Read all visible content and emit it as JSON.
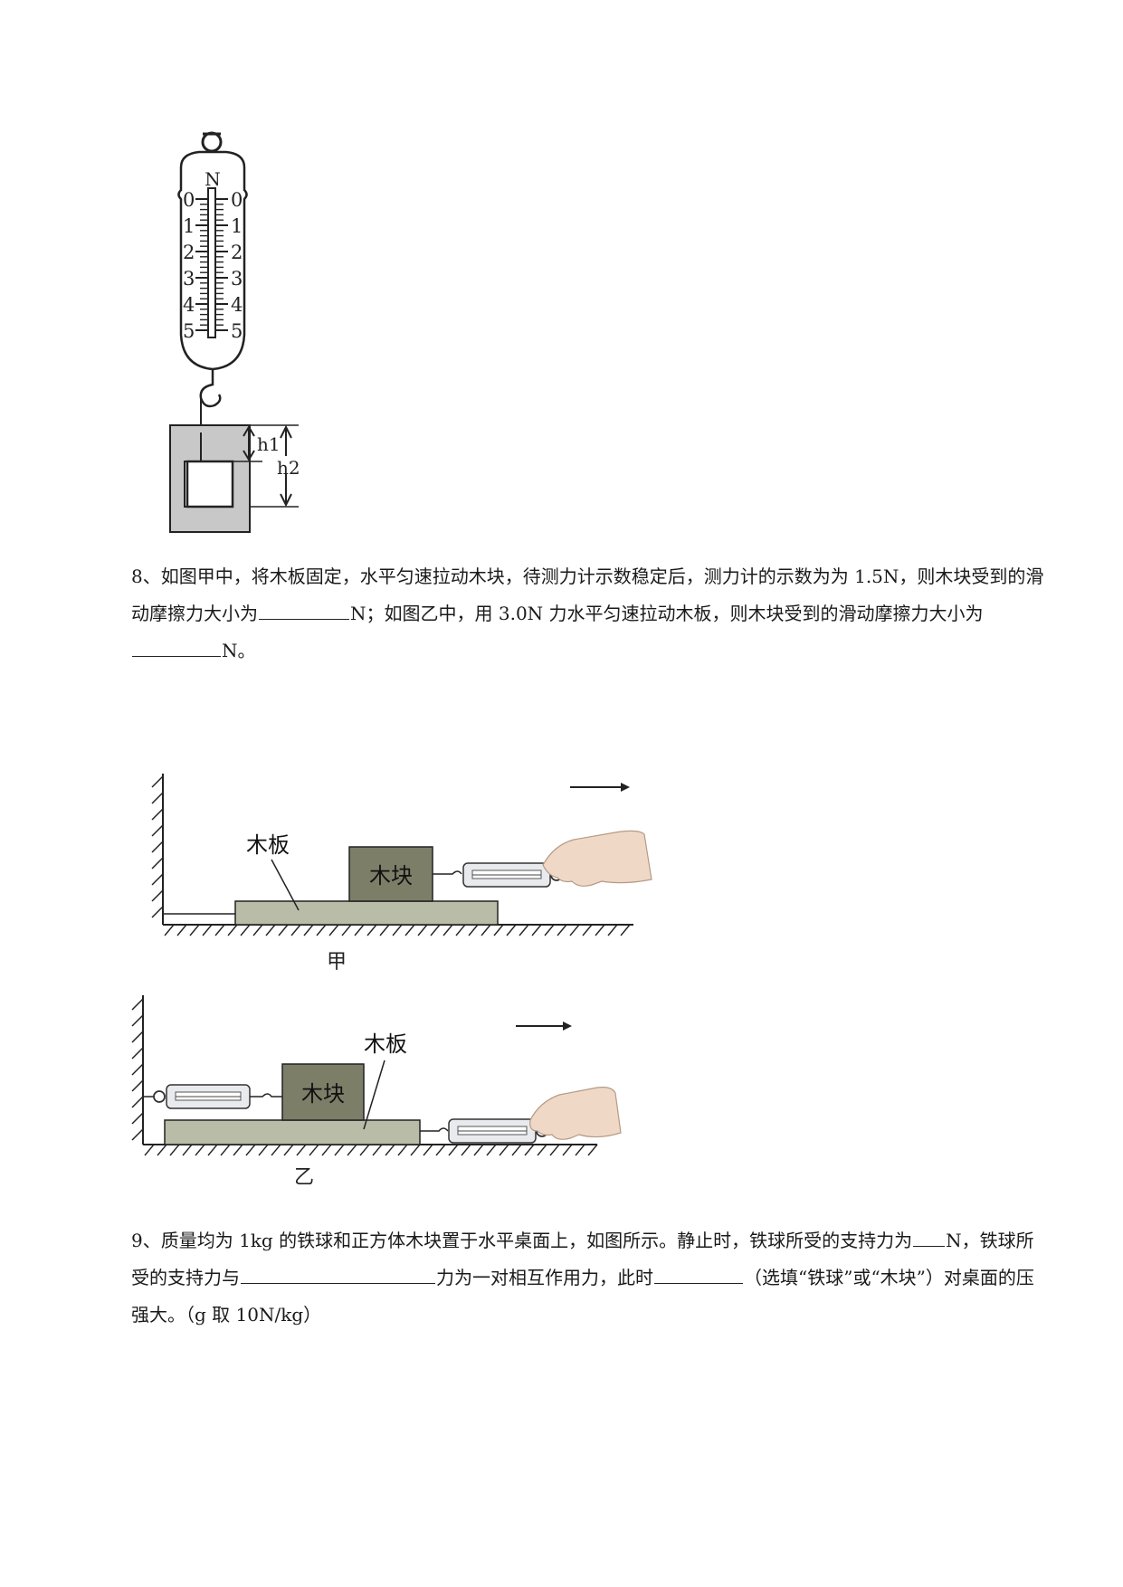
{
  "figure_scale": {
    "unit": "N",
    "left_ticks": [
      "0",
      "1",
      "2",
      "3",
      "4",
      "5"
    ],
    "right_ticks": [
      "0",
      "1",
      "2",
      "3",
      "4",
      "5"
    ],
    "h1": "h1",
    "h2": "h2"
  },
  "q8": {
    "number": "8、",
    "p1": "如图甲中，将木板固定，水平匀速拉动木块，待测力计示数稳定后，测力计的示数为为 1.5N，则木块受到的滑动摩擦力大小为",
    "p2": "N；如图乙中，用 3.0N 力水平匀速拉动木板，则木块受到的滑动摩擦力大小为",
    "p3": "N。"
  },
  "fig_jia": {
    "board": "木板",
    "block": "木块",
    "caption": "甲"
  },
  "fig_yi": {
    "board": "木板",
    "block": "木块",
    "caption": "乙"
  },
  "q9": {
    "number": "9、",
    "p1": "质量均为 1kg 的铁球和正方体木块置于水平桌面上，如图所示。静止时，铁球所受的支持力为",
    "p2": "N，铁球所受的支持力与",
    "p3": "力为一对相互作用力，此时",
    "p4": "（选填“铁球”或“木块”）对桌面的压强大。（g 取 10N/kg）"
  },
  "colors": {
    "block_fill": "#7d7e68",
    "board_fill": "#b9bca6",
    "container": "#c8c8c8"
  }
}
